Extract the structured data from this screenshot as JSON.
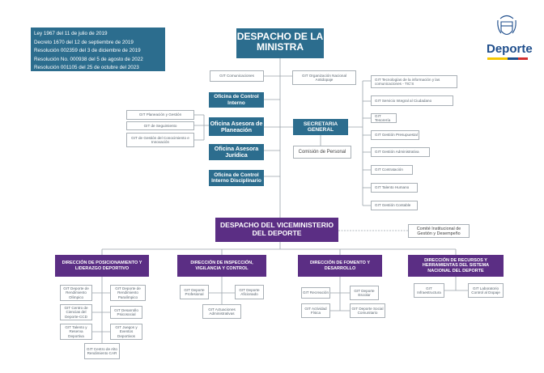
{
  "legal": [
    "Ley 1967 del 11 de julio de 2019",
    "Decreto 1670 del 12 de septiembre de 2019",
    "Resolución 002359 del 3 de diciembre de 2019",
    "Resolución No. 000938 del 5 de agosto de 2022",
    "Resolución 001105 del 25 de octubre del 2023"
  ],
  "logo": {
    "text": "Deporte",
    "colors": [
      "#f6c700",
      "#1f4e8c",
      "#d32f2f"
    ]
  },
  "main_title": "DESPACHO DE LA MINISTRA",
  "top_units": {
    "comunicaciones": "GIT Comunicaciones",
    "antidopaje": "GIT Organización Nacional Antidopaje"
  },
  "offices": [
    "Oficina de Control Interno",
    "Oficina Asesora de Planeación",
    "Oficina Asesora Jurídica",
    "Oficina de Control Interno Disciplinario"
  ],
  "planeacion_units": [
    "GIT Planeación y Gestión",
    "GIT de Seguimiento",
    "GIT de Gestión del Conocimiento e Innovación"
  ],
  "secretaria": "SECRETARIA GENERAL",
  "comision": "Comisión de Personal",
  "secretaria_units": [
    "GIT Tecnologías de la información y las comunicaciones - TIC'S",
    "GIT Servicio Integral al Ciudadano",
    "GIT Tesorería",
    "GIT Gestión Presupuestal",
    "GIT Gestión Administrativa",
    "GIT Contratación",
    "GIT Talento Humano",
    "GIT Gestión Contable"
  ],
  "vice": "DESPACHO DEL VICEMINISTERIO DEL DEPORTE",
  "comite": "Comité Institucional de Gestión y Desempeño",
  "directions": [
    {
      "title": "DIRECCIÓN DE POSICIONAMIENTO Y LIDERAZGO DEPORTIVO",
      "units": [
        "GIT Deporte de Rendimiento Olímpico",
        "GIT Deporte de Rendimiento Paralímpico",
        "GIT Centro de Ciencias del Deporte-CCD",
        "GIT Desarrollo Psicosocial",
        "GIT Talento y Reserva Deportiva",
        "GIT Juegos y Eventos Deportivos",
        "GIT Centro de Alto Rendimiento CAR"
      ]
    },
    {
      "title": "DIRECCIÓN DE INSPECCIÓN, VIGILANCIA Y CONTROL",
      "units": [
        "GIT Deporte Profesional",
        "GIT Deporte Aficionado",
        "GIT Actuaciones Administrativas"
      ]
    },
    {
      "title": "DIRECCIÓN DE FOMENTO Y DESARROLLO",
      "units": [
        "GIT Recreación",
        "GIT Deporte Escolar",
        "GIT Actividad Física",
        "GIT Deporte Social Comunitario"
      ]
    },
    {
      "title": "DIRECCIÓN DE RECURSOS Y HERRAMIENTAS DEL SISTEMA NACIONAL DEL DEPORTE",
      "units": [
        "GIT Infraestructura",
        "GIT Laboratorio Control al Dopaje"
      ]
    }
  ]
}
